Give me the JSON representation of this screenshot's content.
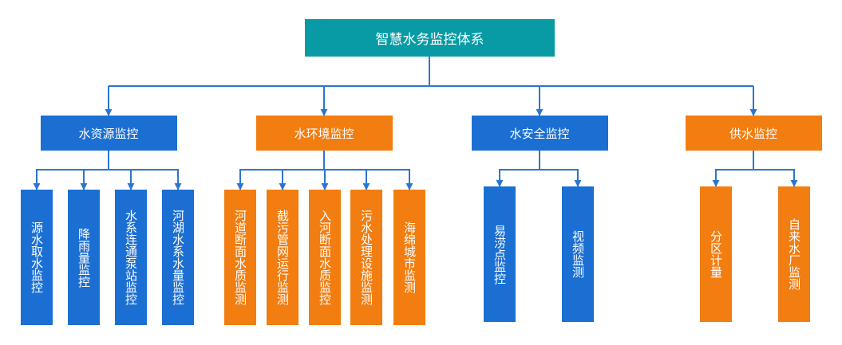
{
  "colors": {
    "root": "#089ba5",
    "blue": "#1b6fd3",
    "orange": "#f27d10",
    "line": "#2a76d2"
  },
  "root": {
    "label": "智慧水务监控体系"
  },
  "categories": [
    {
      "label": "水资源监控",
      "color": "blue",
      "children": [
        "源水取水监控",
        "降雨量监控",
        "水系连通泵站监控",
        "河湖水系水量监控"
      ]
    },
    {
      "label": "水环境监控",
      "color": "orange",
      "children": [
        "河道断面水质监测",
        "截污管网运行监测",
        "入河断面水质监控",
        "污水处理设施监测",
        "海绵城市监测"
      ]
    },
    {
      "label": "水安全监控",
      "color": "blue",
      "children": [
        "易涝点监控",
        "视频监测"
      ]
    },
    {
      "label": "供水监控",
      "color": "orange",
      "children": [
        "分区计量",
        "自来水厂监测"
      ]
    }
  ]
}
